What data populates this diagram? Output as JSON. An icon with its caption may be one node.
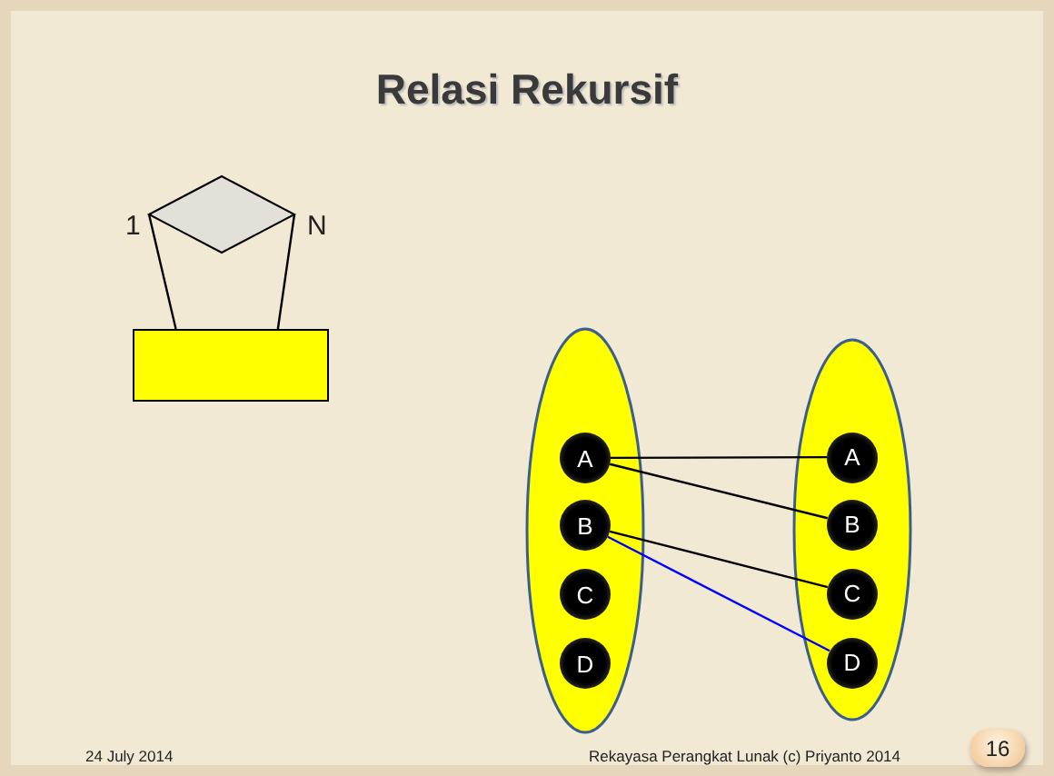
{
  "diagram": {
    "title": "Relasi Rekursif",
    "nodes": [
      {
        "text": [],
        "shape": "diamond"
      },
      {
        "text": [],
        "shape": "box"
      },
      {
        "text": [],
        "shape": "ellipse"
      },
      {
        "text": [
          "A"
        ],
        "in": 2
      },
      {
        "text": [
          "B"
        ],
        "in": 2
      },
      {
        "text": [
          "C"
        ],
        "in": 2
      },
      {
        "text": [
          "D"
        ],
        "in": 2
      },
      {
        "text": [],
        "shape": "ellipse"
      },
      {
        "text": [
          "A"
        ],
        "in": 7
      },
      {
        "text": [
          "B"
        ],
        "in": 7
      },
      {
        "text": [
          "C"
        ],
        "in": 7
      },
      {
        "text": [
          "D"
        ],
        "in": 7
      }
    ],
    "edges": [
      {
        "from": 0,
        "to": 1,
        "arrow": "none",
        "label": "1"
      },
      {
        "from": 0,
        "to": 1,
        "arrow": "none",
        "label": "N"
      },
      {
        "from": 3,
        "to": 8,
        "arrow": "none"
      },
      {
        "from": 3,
        "to": 9,
        "arrow": "none"
      },
      {
        "from": 4,
        "to": 10,
        "arrow": "none"
      },
      {
        "from": 4,
        "to": 11,
        "arrow": "none",
        "color": "#0000ff"
      }
    ],
    "labels": [
      "24 July 2014",
      "Rekayasa Perangkat Lunak (c) Priyanto 2014",
      "16"
    ]
  }
}
